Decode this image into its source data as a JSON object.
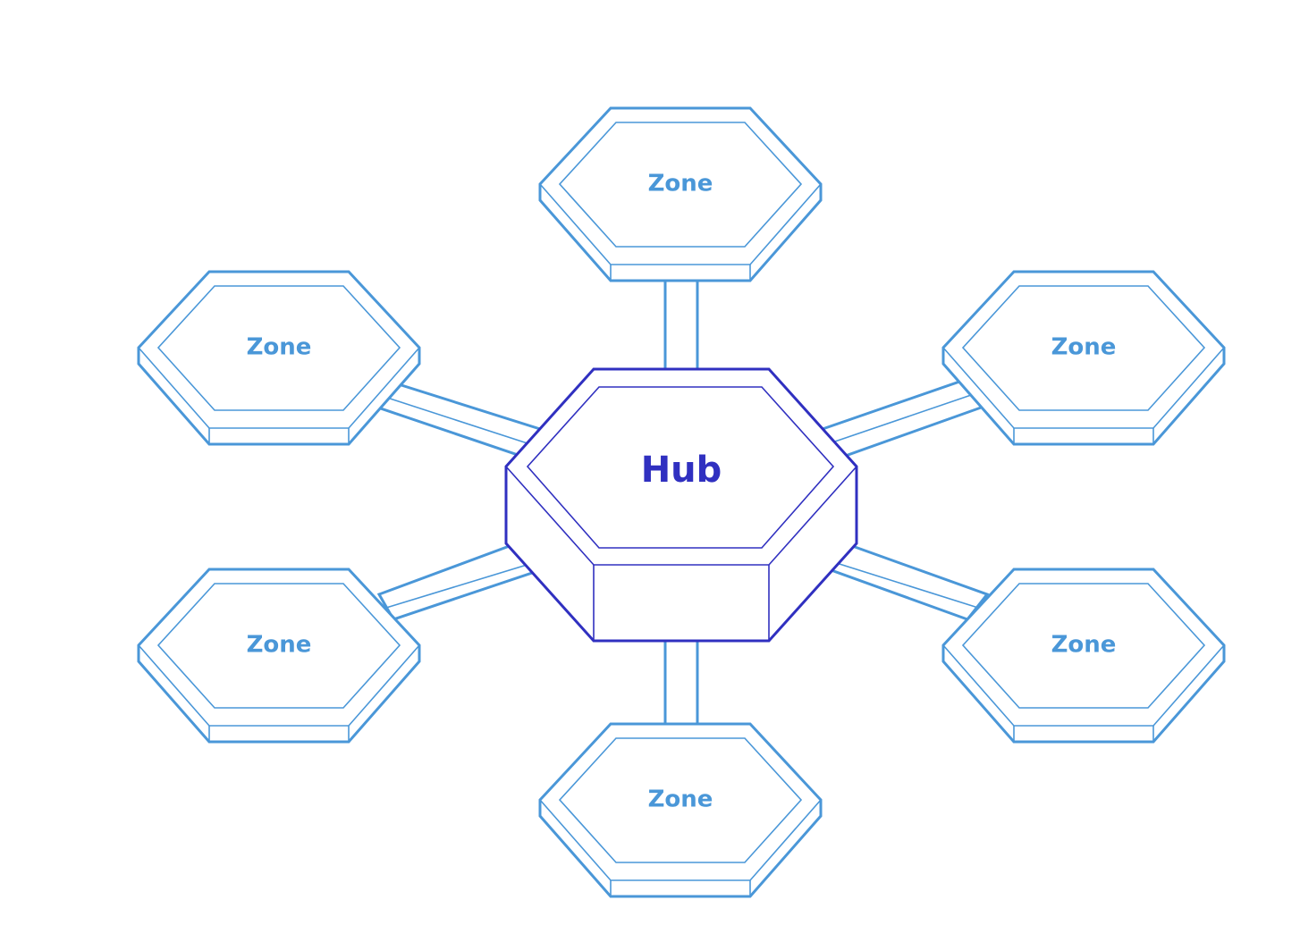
{
  "colors": {
    "zone": "#4a97d8",
    "hub": "#3030c0",
    "background": "#ffffff"
  },
  "hub": {
    "label": "Hub"
  },
  "zones": [
    {
      "id": "top",
      "label": "Zone"
    },
    {
      "id": "upper-left",
      "label": "Zone"
    },
    {
      "id": "upper-right",
      "label": "Zone"
    },
    {
      "id": "lower-left",
      "label": "Zone"
    },
    {
      "id": "lower-right",
      "label": "Zone"
    },
    {
      "id": "bottom",
      "label": "Zone"
    }
  ]
}
